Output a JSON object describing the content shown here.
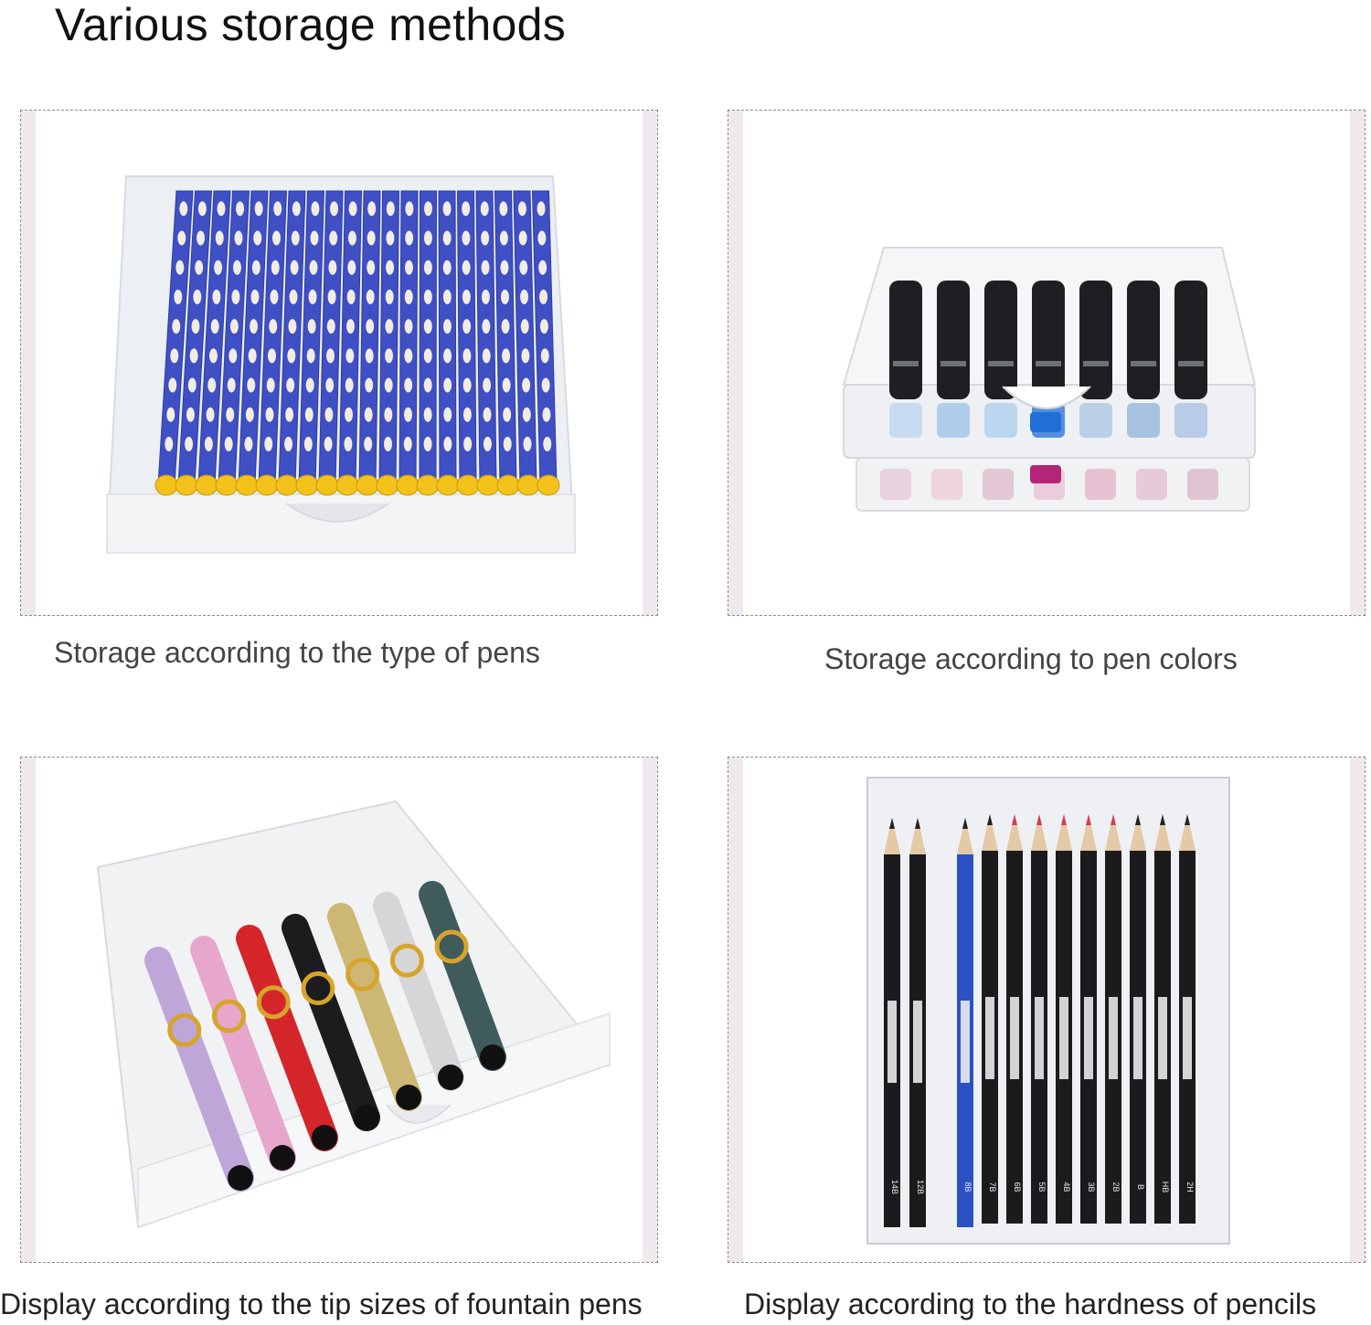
{
  "title": "Various storage methods",
  "panels": [
    {
      "caption": "Storage according to the type of pens",
      "icon": "blue-pencils-tray-photo"
    },
    {
      "caption": "Storage according to pen colors",
      "icon": "stacked-marker-drawers-photo"
    },
    {
      "caption": "Display according to the tip sizes of fountain pens",
      "icon": "fountain-pens-tray-photo"
    },
    {
      "caption": "Display according to the hardness of pencils",
      "icon": "sketch-pencils-tray-photo"
    }
  ],
  "pencil_grades": [
    "14B",
    "12B",
    "8B",
    "7B",
    "6B",
    "5B",
    "4B",
    "3B",
    "2B",
    "B",
    "HB",
    "2H"
  ]
}
